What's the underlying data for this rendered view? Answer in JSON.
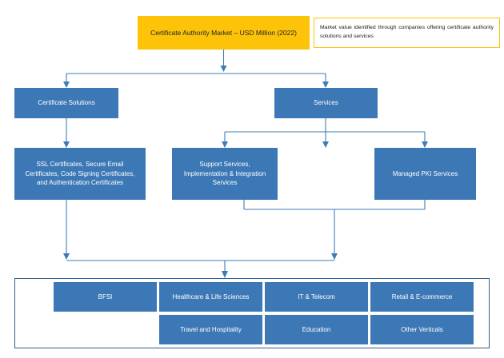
{
  "diagram": {
    "title_box": {
      "label": "Certificate Authority Market – USD Million (2022)",
      "color": "#fcc309"
    },
    "note_box": {
      "label": "Market value identified through companies offering certificate authority solutions and services",
      "border_color": "#fcc309"
    },
    "level2": [
      {
        "label": "Certificate Solutions"
      },
      {
        "label": "Services"
      }
    ],
    "level3": [
      {
        "label": "SSL Certificates, Secure Email Certificates, Code Signing Certificates, and Authentication Certificates"
      },
      {
        "label": "Support Services, Implementation & Integration Services"
      },
      {
        "label": "Managed PKI Services"
      }
    ],
    "verticals": [
      {
        "label": "BFSI"
      },
      {
        "label": "Healthcare & Life Sciences"
      },
      {
        "label": "IT & Telecom"
      },
      {
        "label": "Retail & E-commerce"
      },
      {
        "label": "Travel and Hospitality"
      },
      {
        "label": "Education"
      },
      {
        "label": "Other Verticals"
      }
    ],
    "colors": {
      "node_blue": "#3c78b5",
      "accent_yellow": "#fcc309",
      "connector_blue": "#3f7cb6",
      "container_border": "#2e5f8c"
    }
  }
}
